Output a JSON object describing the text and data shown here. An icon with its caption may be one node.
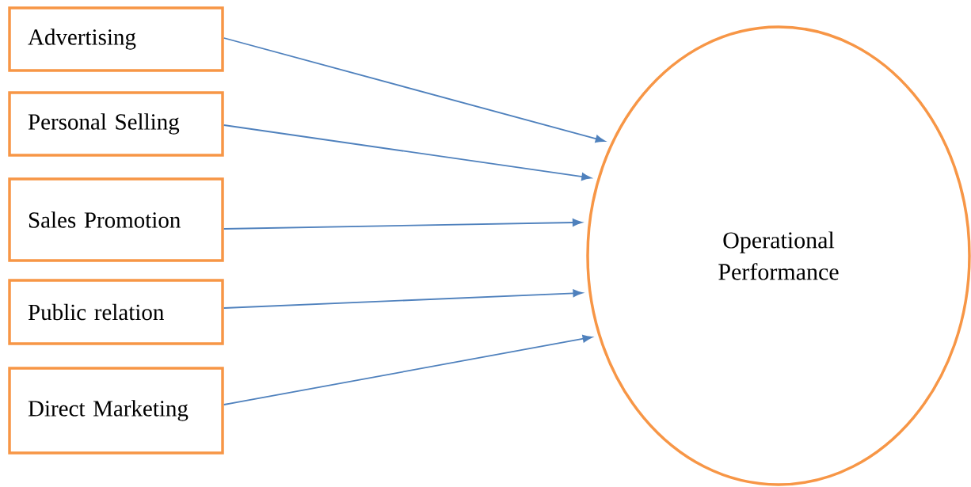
{
  "diagram": {
    "nodes": [
      {
        "text": [
          "Advertising"
        ]
      },
      {
        "text": [
          "Personal Selling"
        ]
      },
      {
        "text": [
          "Sales Promotion"
        ]
      },
      {
        "text": [
          "Public relation"
        ]
      },
      {
        "text": [
          "Direct Marketing"
        ]
      },
      {
        "text": [
          "Operational Performance"
        ]
      }
    ],
    "edges": [
      {
        "from": 0,
        "to": 5,
        "arrow": "to"
      },
      {
        "from": 1,
        "to": 5,
        "arrow": "to"
      },
      {
        "from": 2,
        "to": 5,
        "arrow": "to"
      },
      {
        "from": 3,
        "to": 5,
        "arrow": "to"
      },
      {
        "from": 4,
        "to": 5,
        "arrow": "to"
      }
    ]
  }
}
